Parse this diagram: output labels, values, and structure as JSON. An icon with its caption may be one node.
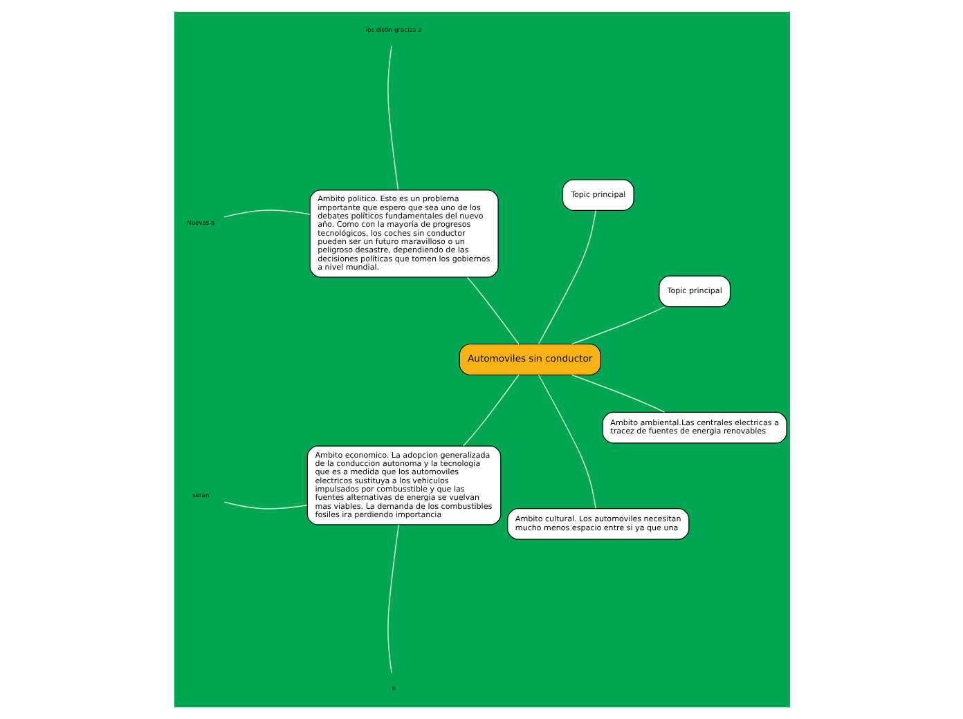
{
  "diagram": {
    "nodes": [
      {
        "text": [
          "Automoviles sin conductor"
        ]
      },
      {
        "text": [
          "Topic principal"
        ]
      },
      {
        "text": [
          "Topic principal"
        ]
      },
      {
        "text": [
          "Ambito politico. Esto es un problema importante que espero que sea uno de los debates políticos fundamentales del nuevo año. Como con la mayoría de progresos tecnológicos, los coches sin conductor pueden ser un futuro maravilloso o un peligroso desastre, dependiendo de las decisiones políticas que tomen los gobiernos a nivel mundial."
        ]
      },
      {
        "text": [
          "Ambito economico. La adopcion generalizada de la conduccion autonoma y la tecnologia que es a medida que los automoviles electricos sustituya a los vehiculos impulsados por combusstible y que las fuentes alternativas de energia se vuelvan mas viables. La demanda de los combustibles fosiles ira perdiendo importancia"
        ]
      },
      {
        "text": [
          "Ambito cultural. Los automoviles necesitan mucho menos espacio entre si ya que una"
        ]
      },
      {
        "text": [
          "Ambito ambiental.Las centrales electricas a tracez de fuentes de energia renovables"
        ]
      },
      {
        "text": [
          "los distin gracias a"
        ]
      },
      {
        "text": [
          "Nuevas a"
        ]
      },
      {
        "text": [
          "seran"
        ]
      },
      {
        "text": [
          "e"
        ]
      }
    ],
    "edges": [
      {
        "from": 0,
        "to": 1,
        "arrow": "none"
      },
      {
        "from": 0,
        "to": 2,
        "arrow": "none"
      },
      {
        "from": 0,
        "to": 3,
        "arrow": "none"
      },
      {
        "from": 0,
        "to": 4,
        "arrow": "none"
      },
      {
        "from": 0,
        "to": 5,
        "arrow": "none"
      },
      {
        "from": 0,
        "to": 6,
        "arrow": "none"
      },
      {
        "from": 3,
        "to": 7,
        "arrow": "none"
      },
      {
        "from": 3,
        "to": 8,
        "arrow": "none"
      },
      {
        "from": 4,
        "to": 9,
        "arrow": "none"
      },
      {
        "from": 4,
        "to": 10,
        "arrow": "none"
      }
    ]
  }
}
